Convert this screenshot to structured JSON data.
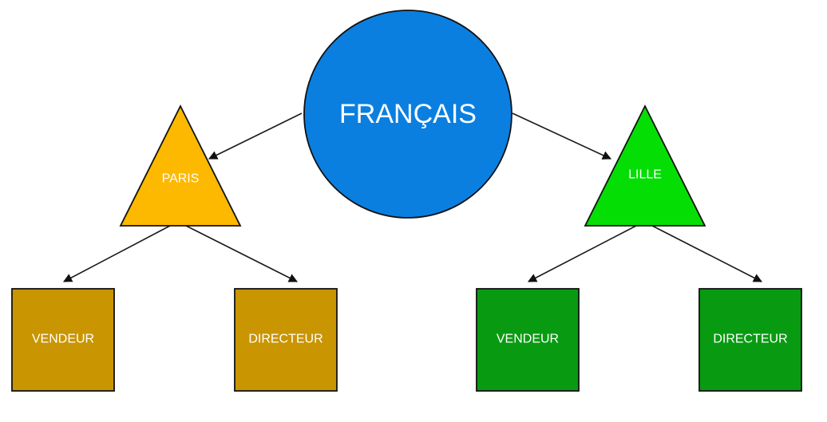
{
  "nodes": {
    "root": {
      "label": "FRANÇAIS",
      "color": "#0b7fe0"
    },
    "city_left": {
      "label": "PARIS",
      "color": "#fdb900"
    },
    "city_right": {
      "label": "LILLE",
      "color": "#05de05"
    },
    "left_child_1": {
      "label": "VENDEUR",
      "color": "#c99500"
    },
    "left_child_2": {
      "label": "DIRECTEUR",
      "color": "#c99500"
    },
    "right_child_1": {
      "label": "VENDEUR",
      "color": "#089b12"
    },
    "right_child_2": {
      "label": "DIRECTEUR",
      "color": "#089b12"
    }
  },
  "edges": [
    {
      "from": "root",
      "to": "city_left"
    },
    {
      "from": "root",
      "to": "city_right"
    },
    {
      "from": "city_left",
      "to": "left_child_1"
    },
    {
      "from": "city_left",
      "to": "left_child_2"
    },
    {
      "from": "city_right",
      "to": "right_child_1"
    },
    {
      "from": "city_right",
      "to": "right_child_2"
    }
  ]
}
